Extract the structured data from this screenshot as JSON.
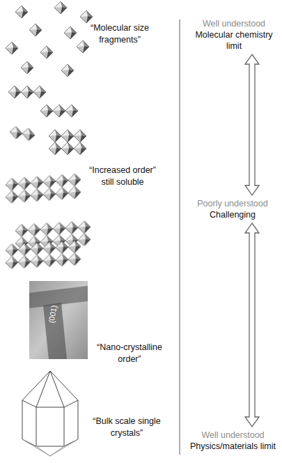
{
  "diagram": {
    "nodes": [
      {
        "text": [
          "Well understood",
          "Molecular chemistry limit"
        ]
      },
      {
        "text": [
          "Poorly understood",
          "Challenging"
        ]
      },
      {
        "text": [
          "Well understood",
          "Physics/materials limit"
        ]
      }
    ],
    "edges": [
      {
        "from": 0,
        "to": 1,
        "arrow": "both"
      },
      {
        "from": 1,
        "to": 2,
        "arrow": "both"
      }
    ],
    "labels": [
      "“Molecular size fragments”",
      "“Increased order” still soluble",
      "“Nano-crystalline order”",
      "“Bulk scale single crystals”",
      "(001)"
    ]
  }
}
